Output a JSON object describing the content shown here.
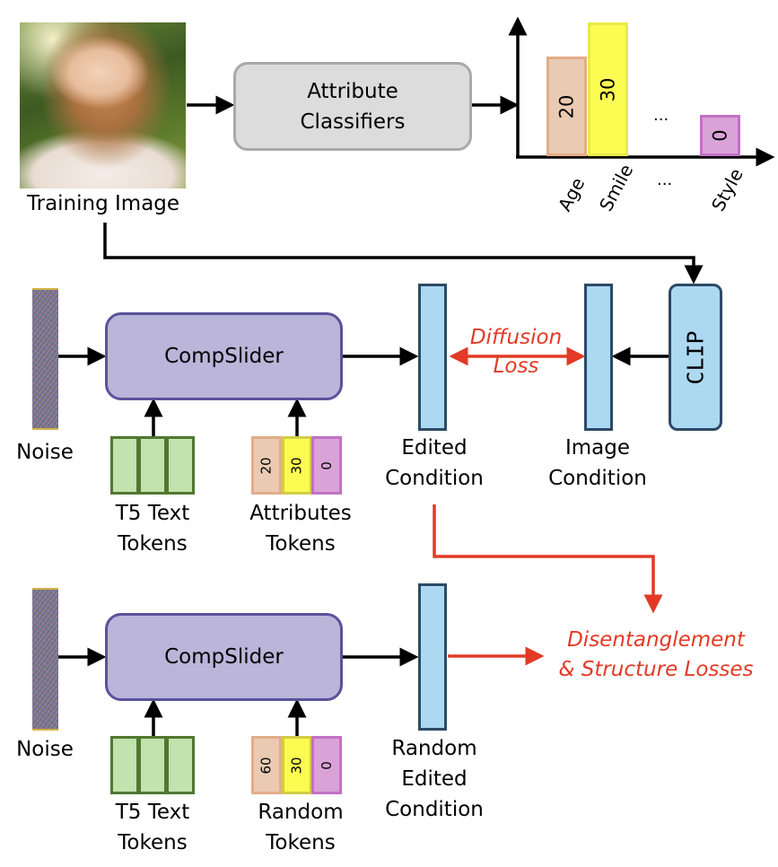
{
  "top": {
    "image_label": "Training Image",
    "classifier_label_line1": "Attribute",
    "classifier_label_line2": "Classifiers"
  },
  "chart_data": {
    "type": "bar",
    "categories": [
      "Age",
      "Smile",
      "...",
      "Style"
    ],
    "values": [
      20,
      30,
      null,
      0
    ],
    "value_labels": [
      "20",
      "30",
      "...",
      "0"
    ],
    "colors": [
      "#eacab2",
      "#fbfb52",
      null,
      "#d9a3d7"
    ],
    "title": "",
    "xlabel": "",
    "ylabel": ""
  },
  "row1": {
    "noise_label": "Noise",
    "model_label": "CompSlider",
    "text_tokens_label_line1": "T5 Text",
    "text_tokens_label_line2": "Tokens",
    "attr_tokens": [
      "20",
      "30",
      "0"
    ],
    "attr_tokens_label_line1": "Attributes",
    "attr_tokens_label_line2": "Tokens",
    "edited_label_line1": "Edited",
    "edited_label_line2": "Condition",
    "loss_line1": "Diffusion",
    "loss_line2": "Loss",
    "image_cond_label_line1": "Image",
    "image_cond_label_line2": "Condition",
    "clip_label": "CLIP"
  },
  "row2": {
    "noise_label": "Noise",
    "model_label": "CompSlider",
    "text_tokens_label_line1": "T5 Text",
    "text_tokens_label_line2": "Tokens",
    "random_tokens": [
      "60",
      "30",
      "0"
    ],
    "random_tokens_label_line1": "Random",
    "random_tokens_label_line2": "Tokens",
    "random_edited_line1": "Random",
    "random_edited_line2": "Edited",
    "random_edited_line3": "Condition",
    "losses_line1": "Disentanglement",
    "losses_line2": "& Structure Losses"
  },
  "colors": {
    "loss_red": "#e23a26",
    "compslider_fill": "#bbb5da",
    "condition_fill": "#acd8f2",
    "t5_fill": "#c2e2ae"
  }
}
